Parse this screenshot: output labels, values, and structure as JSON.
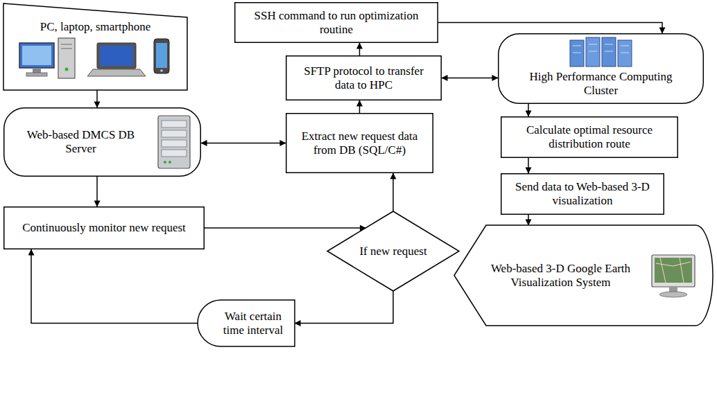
{
  "diagram": {
    "nodes": [
      {
        "text": [
          "PC, laptop, smartphone"
        ]
      },
      {
        "text": [
          "Web-based DMCS DB Server"
        ]
      },
      {
        "text": [
          "Continuously monitor new request"
        ]
      },
      {
        "text": [
          "Wait certain time interval"
        ]
      },
      {
        "text": [
          "If new request"
        ]
      },
      {
        "text": [
          "Extract new request data from DB (SQL/C#)"
        ]
      },
      {
        "text": [
          "SFTP protocol to transfer data to HPC"
        ]
      },
      {
        "text": [
          "SSH command to run optimization routine"
        ]
      },
      {
        "text": [
          "High Performance Computing Cluster"
        ]
      },
      {
        "text": [
          "Calculate optimal resource distribution route"
        ]
      },
      {
        "text": [
          "Send data to Web-based 3-D visualization"
        ]
      },
      {
        "text": [
          "Web-based 3-D Google Earth Visualization System"
        ]
      }
    ],
    "edges": [
      {
        "from": 0,
        "to": 1,
        "arrow": "to"
      },
      {
        "from": 1,
        "to": 5,
        "arrow": "both"
      },
      {
        "from": 1,
        "to": 2,
        "arrow": "to"
      },
      {
        "from": 2,
        "to": 4,
        "arrow": "to"
      },
      {
        "from": 4,
        "to": 3,
        "arrow": "to"
      },
      {
        "from": 3,
        "to": 2,
        "arrow": "to"
      },
      {
        "from": 4,
        "to": 5,
        "arrow": "to"
      },
      {
        "from": 5,
        "to": 6,
        "arrow": "to"
      },
      {
        "from": 6,
        "to": 7,
        "arrow": "to"
      },
      {
        "from": 6,
        "to": 8,
        "arrow": "both"
      },
      {
        "from": 7,
        "to": 8,
        "arrow": "to"
      },
      {
        "from": 8,
        "to": 9,
        "arrow": "to"
      },
      {
        "from": 9,
        "to": 10,
        "arrow": "to"
      },
      {
        "from": 10,
        "to": 11,
        "arrow": "to"
      }
    ]
  }
}
